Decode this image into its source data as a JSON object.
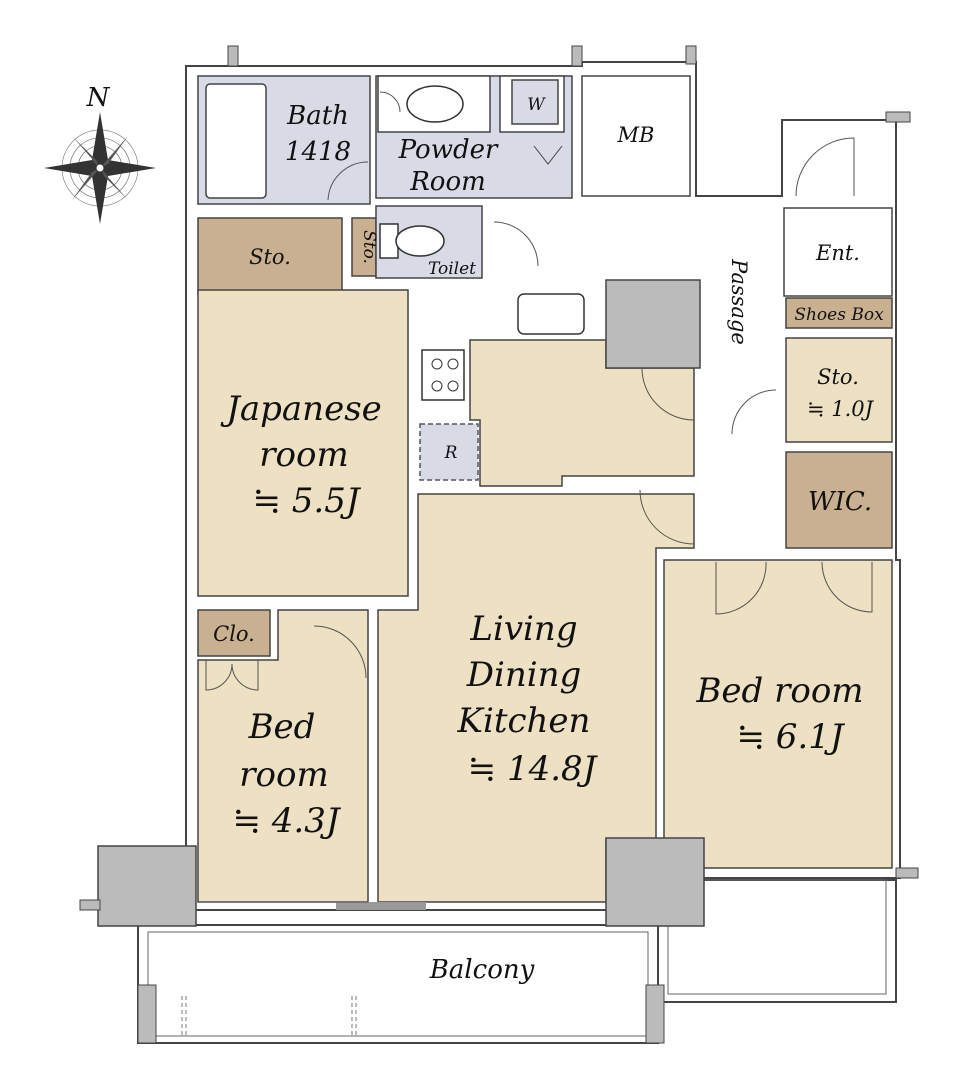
{
  "compass": {
    "north": "N",
    "icon": "compass-rose-icon"
  },
  "colors": {
    "room": "#ede0c3",
    "wet": "#d8dbe6",
    "storage": "#c8b090",
    "pillar": "#bbbbbb",
    "wall": "#ffffff",
    "wall_edge": "#444444"
  },
  "rooms": {
    "bath": {
      "name": "Bath",
      "size": "1418"
    },
    "powder": {
      "line1": "Powder",
      "line2": "Room"
    },
    "washer": "W",
    "mb": "MB",
    "toilet": "Toilet",
    "sto_small": "Sto.",
    "sto_left": "Sto.",
    "passage": "Passage",
    "entrance": "Ent.",
    "shoes_box": "Shoes Box",
    "sto_right": {
      "name": "Sto.",
      "size": "≒ 1.0J"
    },
    "wic": "WIC.",
    "japanese": {
      "line1": "Japanese",
      "line2": "room",
      "size": "≒ 5.5J"
    },
    "refrigerator": "R",
    "closet": "Clo.",
    "bed_left": {
      "line1": "Bed",
      "line2": "room",
      "size": "≒ 4.3J"
    },
    "ldk": {
      "line1": "Living",
      "line2": "Dining",
      "line3": "Kitchen",
      "size": "≒ 14.8J"
    },
    "bed_right": {
      "line1": "Bed room",
      "size": "≒ 6.1J"
    },
    "balcony": "Balcony"
  }
}
